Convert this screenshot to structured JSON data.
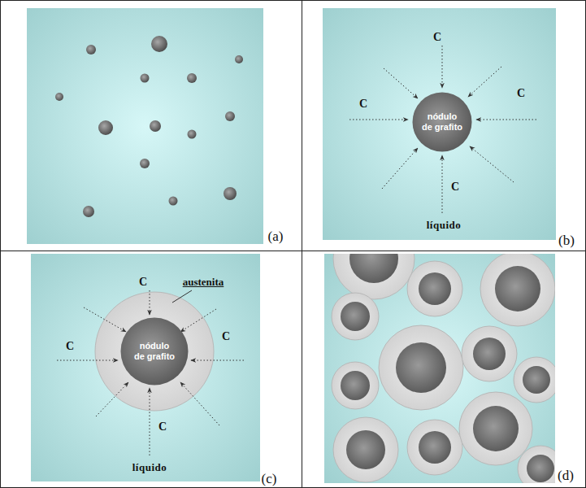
{
  "diagram": {
    "nodes": [
      {
        "text": [
          "nódulo de grafito"
        ]
      },
      {
        "text": [
          "nódulo de grafito"
        ]
      }
    ],
    "labels": [
      "(a)",
      "C",
      "C",
      "C",
      "C",
      "líquido",
      "(b)",
      "C",
      "austenita",
      "C",
      "C",
      "C",
      "líquido",
      "(c)",
      "(d)"
    ]
  }
}
